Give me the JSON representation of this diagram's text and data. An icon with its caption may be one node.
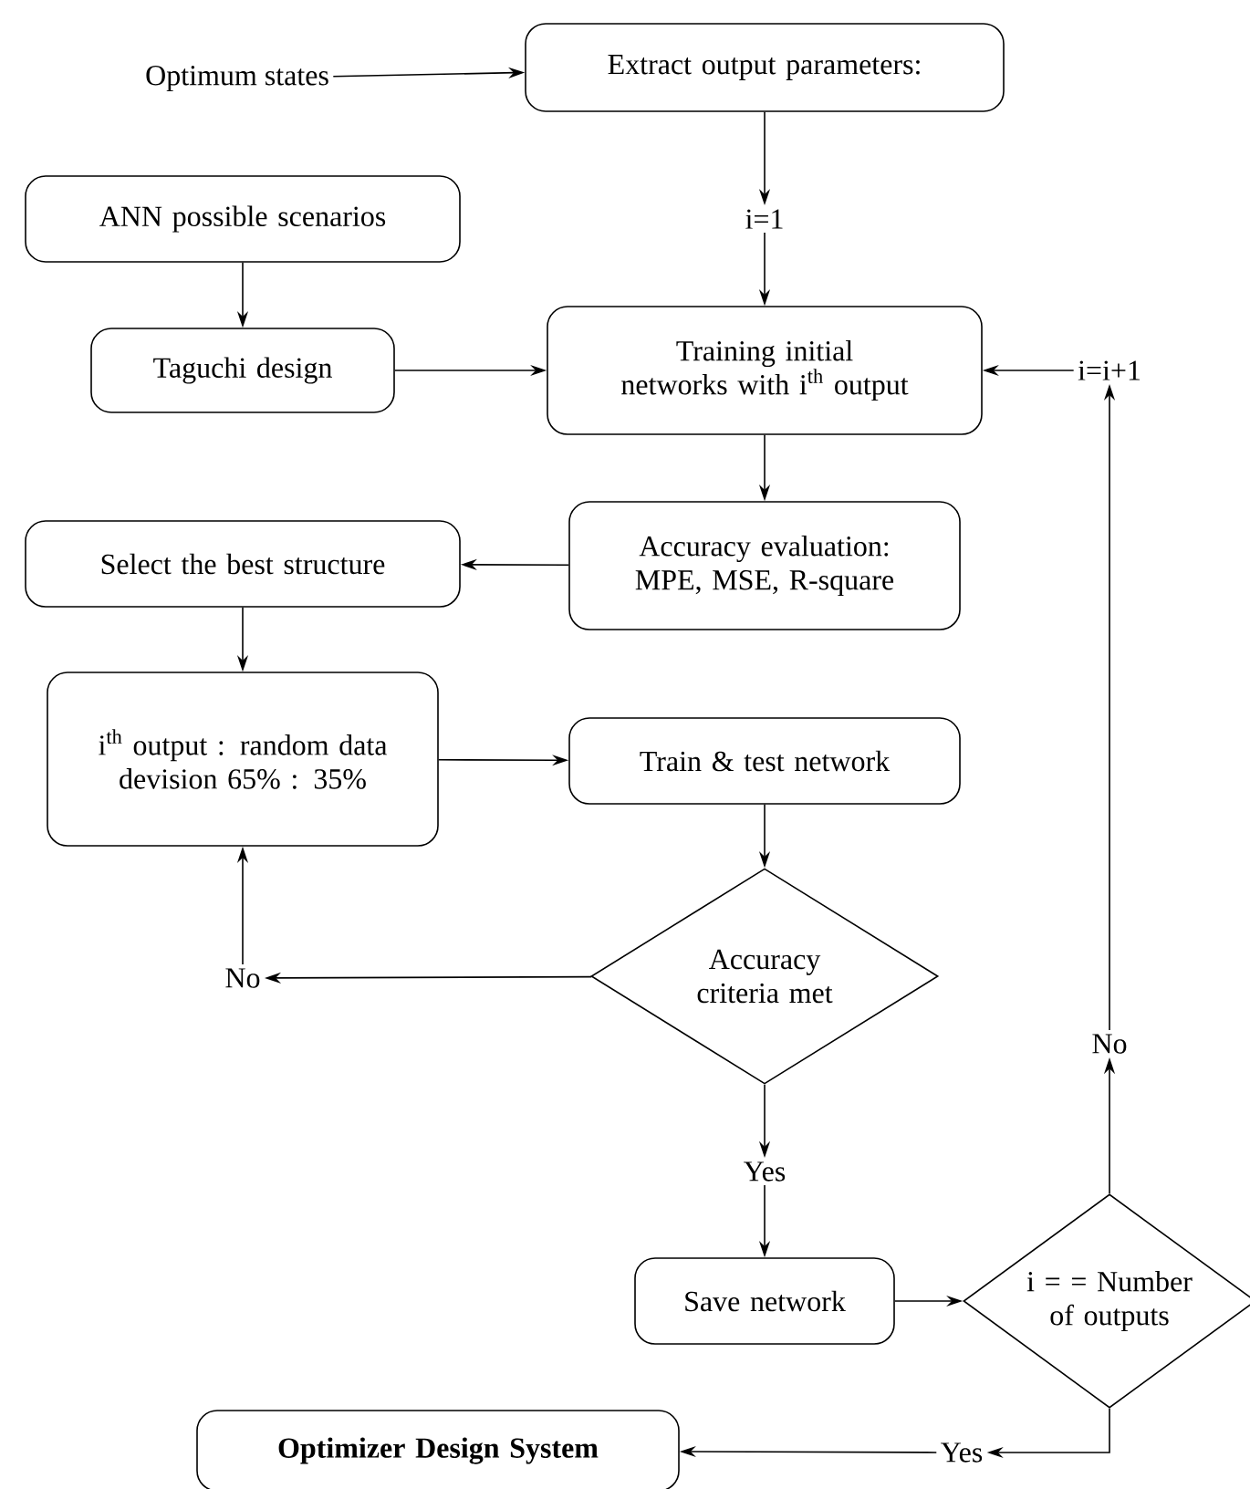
{
  "diagram": {
    "nodes": [
      {
        "text": [
          "Optimum states"
        ]
      },
      {
        "text": [
          "Extract output parameters:"
        ]
      },
      {
        "text": [
          "i=1"
        ]
      },
      {
        "text": [
          "ANN possible scenarios"
        ]
      },
      {
        "text": [
          "Taguchi design"
        ]
      },
      {
        "text": [
          "Training initial networks with i$^{th}$ output"
        ]
      },
      {
        "text": [
          "i=i+1"
        ]
      },
      {
        "text": [
          "Select the best structure"
        ]
      },
      {
        "text": [
          "Accuracy evaluation: MPE, MSE, R-square"
        ]
      },
      {
        "text": [
          "i$^{th}$ output : random data devision 65% : 35%"
        ]
      },
      {
        "text": [
          "Train & test network"
        ]
      },
      {
        "text": [
          "Accuracy criteria met"
        ]
      },
      {
        "text": [
          "No"
        ]
      },
      {
        "text": [
          "No"
        ]
      },
      {
        "text": [
          "Yes"
        ]
      },
      {
        "text": [
          "Save network"
        ]
      },
      {
        "text": [
          "i = = Number of outputs"
        ]
      },
      {
        "text": [
          "Yes"
        ]
      },
      {
        "text": [
          "Optimizer Design System"
        ]
      }
    ],
    "edges": [
      {
        "from": 0,
        "to": 1,
        "arrow": "to"
      },
      {
        "from": 1,
        "to": 2,
        "arrow": "to"
      },
      {
        "from": 2,
        "to": 5,
        "arrow": "to"
      },
      {
        "from": 3,
        "to": 4,
        "arrow": "to"
      },
      {
        "from": 4,
        "to": 5,
        "arrow": "to"
      },
      {
        "from": 6,
        "to": 5,
        "arrow": "to"
      },
      {
        "from": 5,
        "to": 8,
        "arrow": "to"
      },
      {
        "from": 8,
        "to": 7,
        "arrow": "to"
      },
      {
        "from": 7,
        "to": 9,
        "arrow": "to"
      },
      {
        "from": 9,
        "to": 10,
        "arrow": "to"
      },
      {
        "from": 10,
        "to": 11,
        "arrow": "to"
      },
      {
        "from": 11,
        "to": 12,
        "arrow": "to"
      },
      {
        "from": 12,
        "to": 9,
        "arrow": "to"
      },
      {
        "from": 11,
        "to": 14,
        "arrow": "to"
      },
      {
        "from": 14,
        "to": 15,
        "arrow": "to"
      },
      {
        "from": 15,
        "to": 16,
        "arrow": "to"
      },
      {
        "from": 16,
        "to": 13,
        "arrow": "to"
      },
      {
        "from": 13,
        "to": 6,
        "arrow": "to"
      },
      {
        "from": 16,
        "to": 17,
        "arrow": "to"
      },
      {
        "from": 17,
        "to": 18,
        "arrow": "to"
      }
    ]
  }
}
